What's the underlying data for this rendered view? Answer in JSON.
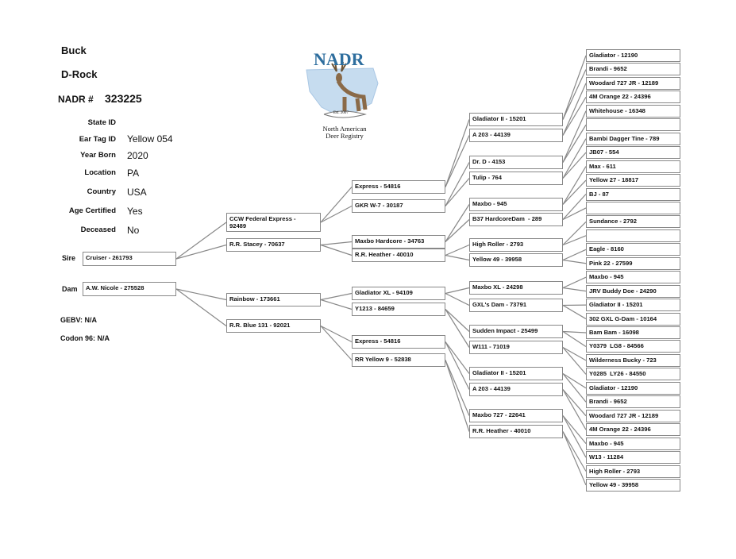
{
  "header": {
    "type": "Buck",
    "name": "D-Rock",
    "nadr_label": "NADR #",
    "nadr_number": "323225"
  },
  "details": [
    {
      "label": "State ID",
      "value": ""
    },
    {
      "label": "Ear Tag ID",
      "value": "Yellow 054"
    },
    {
      "label": "Year Born",
      "value": "2020"
    },
    {
      "label": "Location",
      "value": "PA"
    },
    {
      "label": "Country",
      "value": "USA"
    },
    {
      "label": "Age Certified",
      "value": "Yes"
    },
    {
      "label": "Deceased",
      "value": "No"
    }
  ],
  "genetics": {
    "gebv": "GEBV: N/A",
    "codon": "Codon 96: N/A"
  },
  "logo": {
    "title": "NADR",
    "est": "Est. 2007",
    "line1": "North American",
    "line2": "Deer Registry"
  },
  "pedigree": {
    "sire_label": "Sire",
    "dam_label": "Dam",
    "gen1": [
      "Cruiser - 261793",
      "A.W. Nicole - 275528"
    ],
    "gen2": [
      "CCW Federal Express -\n92489",
      "R.R. Stacey - 70637",
      "Rainbow - 173661",
      "R.R. Blue 131 - 92021"
    ],
    "gen3": [
      "Express - 54816",
      "GKR W-7 - 30187",
      "Maxbo Hardcore - 34763",
      "R.R. Heather - 40010",
      "Gladiator XL - 94109",
      "Y1213 - 84659",
      "Express - 54816",
      "RR Yellow 9 - 52838"
    ],
    "gen4": [
      "Gladiator II - 15201",
      "A 203 - 44139",
      "Dr. D - 4153",
      "Tulip - 764",
      "Maxbo - 945",
      "B37 HardcoreDam  - 289",
      "High Roller - 2793",
      "Yellow 49 - 39958",
      "Maxbo XL - 24298",
      "GXL's Dam - 73791",
      "Sudden Impact - 25499",
      "W111 - 71019",
      "Gladiator II - 15201",
      "A 203 - 44139",
      "Maxbo 727 - 22641",
      "R.R. Heather - 40010"
    ],
    "gen5": [
      "Gladiator - 12190",
      "Brandi - 9652",
      "Woodard 727 JR - 12189",
      "4M Orange 22 - 24396",
      "Whitehouse - 16348",
      "",
      "Bambi Dagger Tine - 789",
      "JB07 - 554",
      "Max - 611",
      "Yellow 27 - 18817",
      "BJ - 87",
      "",
      "Sundance - 2792",
      "",
      "Eagle - 8160",
      "Pink 22 - 27599",
      "Maxbo - 945",
      "JRV Buddy Doe - 24290",
      "Gladiator II - 15201",
      "302 GXL G-Dam - 10164",
      "Bam Bam - 16098",
      "Y0379  LG8 - 84566",
      "Wilderness Bucky - 723",
      "Y0285  LY26 - 84550",
      "Gladiator - 12190",
      "Brandi - 9652",
      "Woodard 727 JR - 12189",
      "4M Orange 22 - 24396",
      "Maxbo - 945",
      "W13 - 11284",
      "High Roller - 2793",
      "Yellow 49 - 39958"
    ]
  }
}
